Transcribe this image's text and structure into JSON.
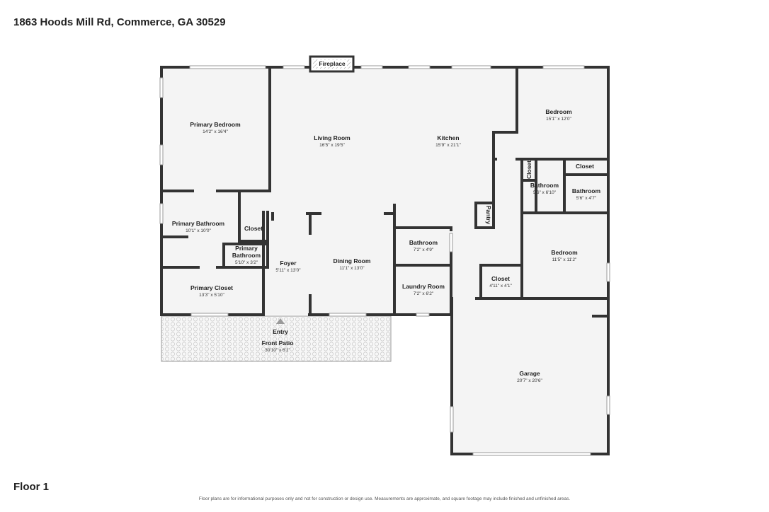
{
  "address": "1863 Hoods Mill Rd, Commerce, GA 30529",
  "floor_label": "Floor 1",
  "disclaimer": "Floor plans are for informational purposes only and not for construction or design use. Measurements are approximate, and square footage may include finished and unfinished areas.",
  "rooms": {
    "primary_bedroom": {
      "name": "Primary Bedroom",
      "dim": "14'2\" x 16'4\""
    },
    "living_room": {
      "name": "Living Room",
      "dim": "16'5\" x 19'5\""
    },
    "kitchen": {
      "name": "Kitchen",
      "dim": "15'9\" x 21'1\""
    },
    "bedroom_1": {
      "name": "Bedroom",
      "dim": "15'1\" x 12'0\""
    },
    "closet_tr": {
      "name": "Closet"
    },
    "closet_vertical": {
      "name": "Closet"
    },
    "bathroom_center": {
      "name": "Bathroom",
      "dim": "5'6\" x 6'10\""
    },
    "bathroom_right": {
      "name": "Bathroom",
      "dim": "5'6\" x 4'7\""
    },
    "pantry": {
      "name": "Pantry"
    },
    "primary_bathroom": {
      "name": "Primary Bathroom",
      "dim": "10'1\" x 10'0\""
    },
    "closet_small": {
      "name": "Closet"
    },
    "primary_bathroom_small": {
      "name_line1": "Primary",
      "name_line2": "Bathroom",
      "dim": "5'10\" x 3'2\""
    },
    "foyer": {
      "name": "Foyer",
      "dim": "5'11\" x 13'0\""
    },
    "dining_room": {
      "name": "Dining Room",
      "dim": "11'1\" x 13'0\""
    },
    "bathroom_mid": {
      "name": "Bathroom",
      "dim": "7'2\" x 4'9\""
    },
    "bedroom_2": {
      "name": "Bedroom",
      "dim": "11'5\" x 11'2\""
    },
    "laundry_room": {
      "name": "Laundry Room",
      "dim": "7'2\" x 6'2\""
    },
    "closet_mid": {
      "name": "Closet",
      "dim": "4'11\" x 4'1\""
    },
    "primary_closet": {
      "name": "Primary Closet",
      "dim": "13'3\" x 5'10\""
    },
    "front_patio": {
      "name": "Front Patio",
      "dim": "30'10\" x 6'1\""
    },
    "garage": {
      "name": "Garage",
      "dim": "20'7\" x 20'6\""
    }
  },
  "fixtures": {
    "fireplace": "Fireplace",
    "entry": "Entry"
  }
}
